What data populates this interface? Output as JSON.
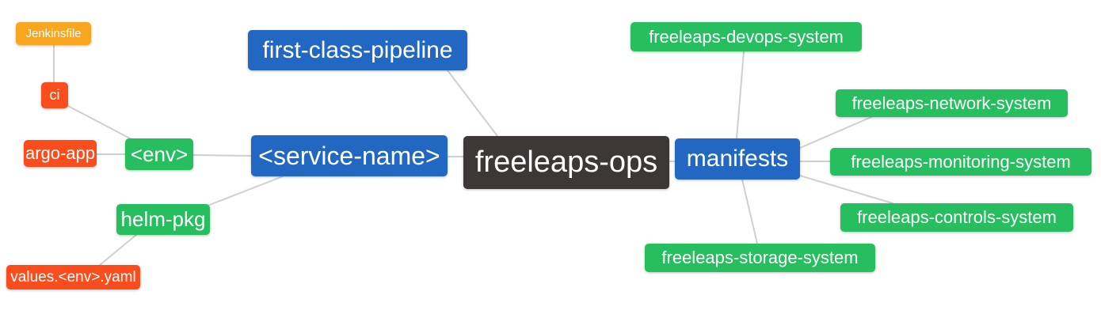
{
  "diagram": {
    "type": "mindmap",
    "root": "freeleaps_ops",
    "background": "#FFFFFF"
  },
  "nodes": {
    "freeleaps_ops": {
      "label": "freeleaps-ops",
      "role": "root",
      "color": "#3B3837"
    },
    "first_class_pipeline": {
      "label": "first-class-pipeline",
      "role": "branch",
      "color": "#2268C3"
    },
    "service_name": {
      "label": "<service-name>",
      "role": "branch",
      "color": "#2268C3"
    },
    "manifests": {
      "label": "manifests",
      "role": "branch",
      "color": "#2268C3"
    },
    "env": {
      "label": "<env>",
      "role": "sub",
      "color": "#27BE60"
    },
    "helm_pkg": {
      "label": "helm-pkg",
      "role": "sub",
      "color": "#27BE60"
    },
    "ci": {
      "label": "ci",
      "role": "leaf",
      "color": "#F94D1E"
    },
    "argo_app": {
      "label": "argo-app",
      "role": "leaf",
      "color": "#F94D1E"
    },
    "jenkinsfile": {
      "label": "Jenkinsfile",
      "role": "leaf",
      "color": "#F8A51F"
    },
    "values_env_yaml": {
      "label": "values.<env>.yaml",
      "role": "leaf",
      "color": "#F94D1E"
    },
    "devops_system": {
      "label": "freeleaps-devops-system",
      "role": "sub",
      "color": "#27BE60"
    },
    "network_system": {
      "label": "freeleaps-network-system",
      "role": "sub",
      "color": "#27BE60"
    },
    "monitoring_system": {
      "label": "freeleaps-monitoring-system",
      "role": "sub",
      "color": "#27BE60"
    },
    "controls_system": {
      "label": "freeleaps-controls-system",
      "role": "sub",
      "color": "#27BE60"
    },
    "storage_system": {
      "label": "freeleaps-storage-system",
      "role": "sub",
      "color": "#27BE60"
    }
  },
  "edges": [
    [
      "jenkinsfile",
      "ci"
    ],
    [
      "ci",
      "env"
    ],
    [
      "argo_app",
      "env"
    ],
    [
      "env",
      "service_name"
    ],
    [
      "helm_pkg",
      "service_name"
    ],
    [
      "values_env_yaml",
      "helm_pkg"
    ],
    [
      "first_class_pipeline",
      "freeleaps_ops"
    ],
    [
      "service_name",
      "freeleaps_ops"
    ],
    [
      "freeleaps_ops",
      "manifests"
    ],
    [
      "manifests",
      "devops_system"
    ],
    [
      "manifests",
      "network_system"
    ],
    [
      "manifests",
      "monitoring_system"
    ],
    [
      "manifests",
      "controls_system"
    ],
    [
      "manifests",
      "storage_system"
    ]
  ],
  "colors": {
    "root_node": "#3B3837",
    "branch_node": "#2268C3",
    "green_node": "#27BE60",
    "red_node": "#F94D1E",
    "orange_node": "#F8A51F",
    "edge_line": "#CFCFCF",
    "node_text": "#FFFFFF",
    "background": "#FFFFFF"
  }
}
